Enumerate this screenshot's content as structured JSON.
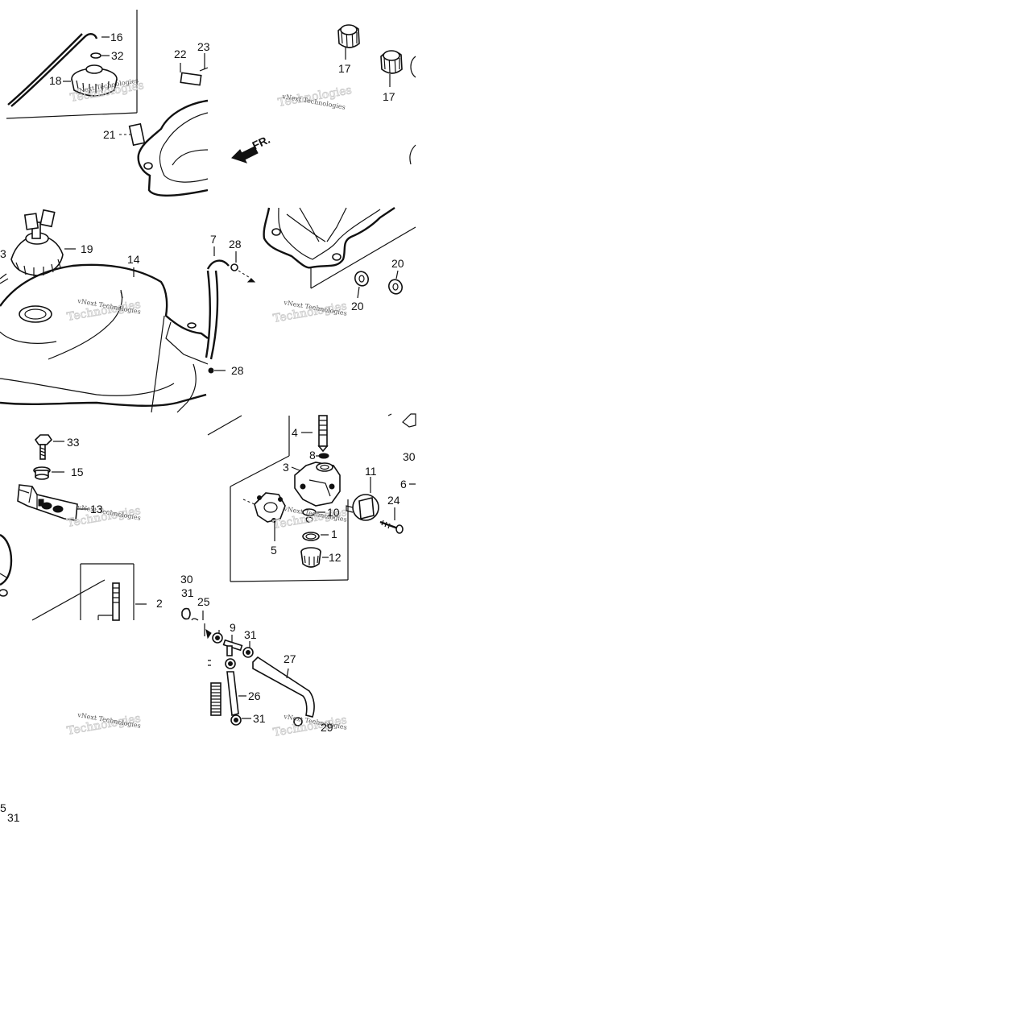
{
  "diagram": {
    "front_arrow_text": "FR.",
    "watermark_text": "vNext Technologies",
    "labels": {
      "l16": "16",
      "l32": "32",
      "l18": "18",
      "l22": "22",
      "l23": "23",
      "l21": "21",
      "l17a": "17",
      "l17b": "17",
      "l19": "19",
      "l14": "14",
      "l7": "7",
      "l28a": "28",
      "l28b": "28",
      "l20a": "20",
      "l20b": "20",
      "l3left": "3",
      "l33": "33",
      "l15": "15",
      "l13": "13",
      "l4": "4",
      "l8": "8",
      "l3": "3",
      "l11": "11",
      "l30right": "30",
      "l6": "6",
      "l24": "24",
      "l10": "10",
      "l1": "1",
      "l5": "5",
      "l12": "12",
      "l2": "2",
      "l30": "30",
      "l31a": "31",
      "l25": "25",
      "l9": "9",
      "l31b": "31",
      "l27": "27",
      "l26": "26",
      "l31c": "31",
      "l29": "29",
      "l5bottom": "5",
      "l31bottom": "31"
    }
  }
}
